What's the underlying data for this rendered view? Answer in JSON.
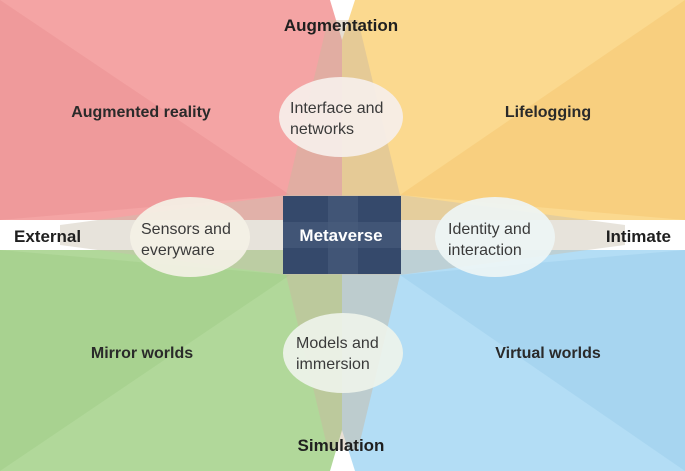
{
  "axes": {
    "top": "Augmentation",
    "bottom": "Simulation",
    "left": "External",
    "right": "Intimate"
  },
  "quadrants": {
    "top_left": "Augmented reality",
    "top_right": "Lifelogging",
    "bottom_left": "Mirror worlds",
    "bottom_right": "Virtual worlds"
  },
  "ovals": {
    "top": [
      "Interface and",
      "networks"
    ],
    "left": [
      "Sensors and",
      "everyware"
    ],
    "right": [
      "Identity and",
      "interaction"
    ],
    "bottom": [
      "Models and",
      "immersion"
    ]
  },
  "center": "Metaverse",
  "colors": {
    "augmented_reality": "#f4a4a4",
    "lifelogging": "#fbd98f",
    "mirror_worlds": "#b1d89a",
    "virtual_worlds": "#b3ddf5",
    "metaverse": "#35496b"
  }
}
